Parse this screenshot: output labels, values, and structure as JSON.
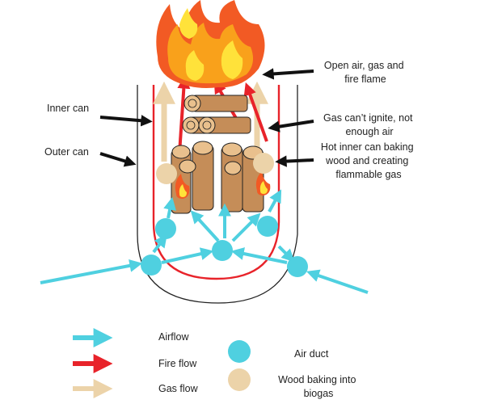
{
  "labels": {
    "open_air": [
      "Open air, gas and",
      "fire flame"
    ],
    "no_ignite": [
      "Gas can’t ignite, not",
      "enough air"
    ],
    "hot_inner": [
      "Hot inner can baking",
      "wood and creating",
      "flammable gas"
    ],
    "inner_can": "Inner can",
    "outer_can": "Outer can"
  },
  "legend": {
    "airflow": "Airflow",
    "fire_flow": "Fire flow",
    "gas_flow": "Gas flow",
    "air_duct": "Air duct",
    "wood_baking": [
      "Wood baking into",
      "biogas"
    ]
  },
  "colors": {
    "air": "#4fd0e0",
    "fire": "#e8232a",
    "gas": "#ecd3a9",
    "wood": "#c58d58",
    "flame_outer": "#f25a24",
    "flame_mid": "#f9a11b",
    "flame_inner": "#ffe23a"
  }
}
